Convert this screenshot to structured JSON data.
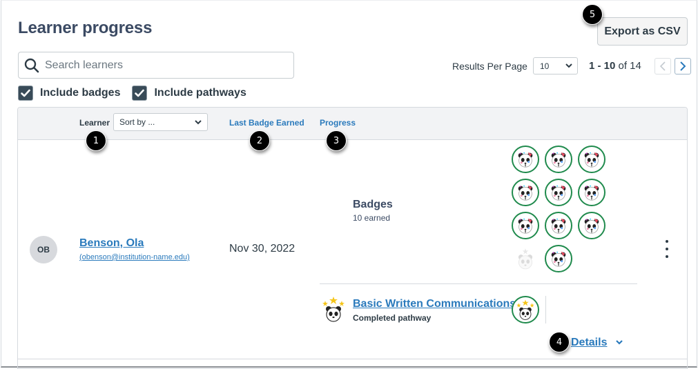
{
  "page": {
    "title": "Learner progress",
    "export_label": "Export as CSV"
  },
  "search": {
    "placeholder": "Search learners",
    "value": ""
  },
  "filters": [
    {
      "label": "Include badges",
      "checked": true
    },
    {
      "label": "Include pathways",
      "checked": true
    }
  ],
  "pagination": {
    "results_per_page_label": "Results Per Page",
    "results_per_page_value": "10",
    "range_start_end": "1 - 10",
    "range_of": "of 14"
  },
  "table": {
    "headers": {
      "learner": "Learner",
      "sort_placeholder": "Sort by ...",
      "last_badge": "Last Badge Earned",
      "progress": "Progress"
    },
    "rows": [
      {
        "initials": "OB",
        "name": "Benson, Ola",
        "email": "(obenson@institution-name.edu)",
        "last_badge_date": "Nov 30, 2022",
        "badges_title": "Badges",
        "badges_count": "10 earned",
        "badges": [
          {
            "earned": true
          },
          {
            "earned": true
          },
          {
            "earned": true
          },
          {
            "earned": true
          },
          {
            "earned": true
          },
          {
            "earned": true
          },
          {
            "earned": true
          },
          {
            "earned": true
          },
          {
            "earned": true
          },
          {
            "earned": false
          },
          {
            "earned": true
          }
        ],
        "pathway_name": "Basic Written Communications",
        "pathway_status": "Completed pathway",
        "details_label": "Details"
      }
    ]
  },
  "callouts": [
    "1",
    "2",
    "3",
    "4",
    "5"
  ],
  "colors": {
    "link": "#2a7abc",
    "badge_ring": "#1f8a4c",
    "checkbox": "#394b58",
    "heading": "#3b4a63",
    "header_bg": "#f2f3f5"
  }
}
